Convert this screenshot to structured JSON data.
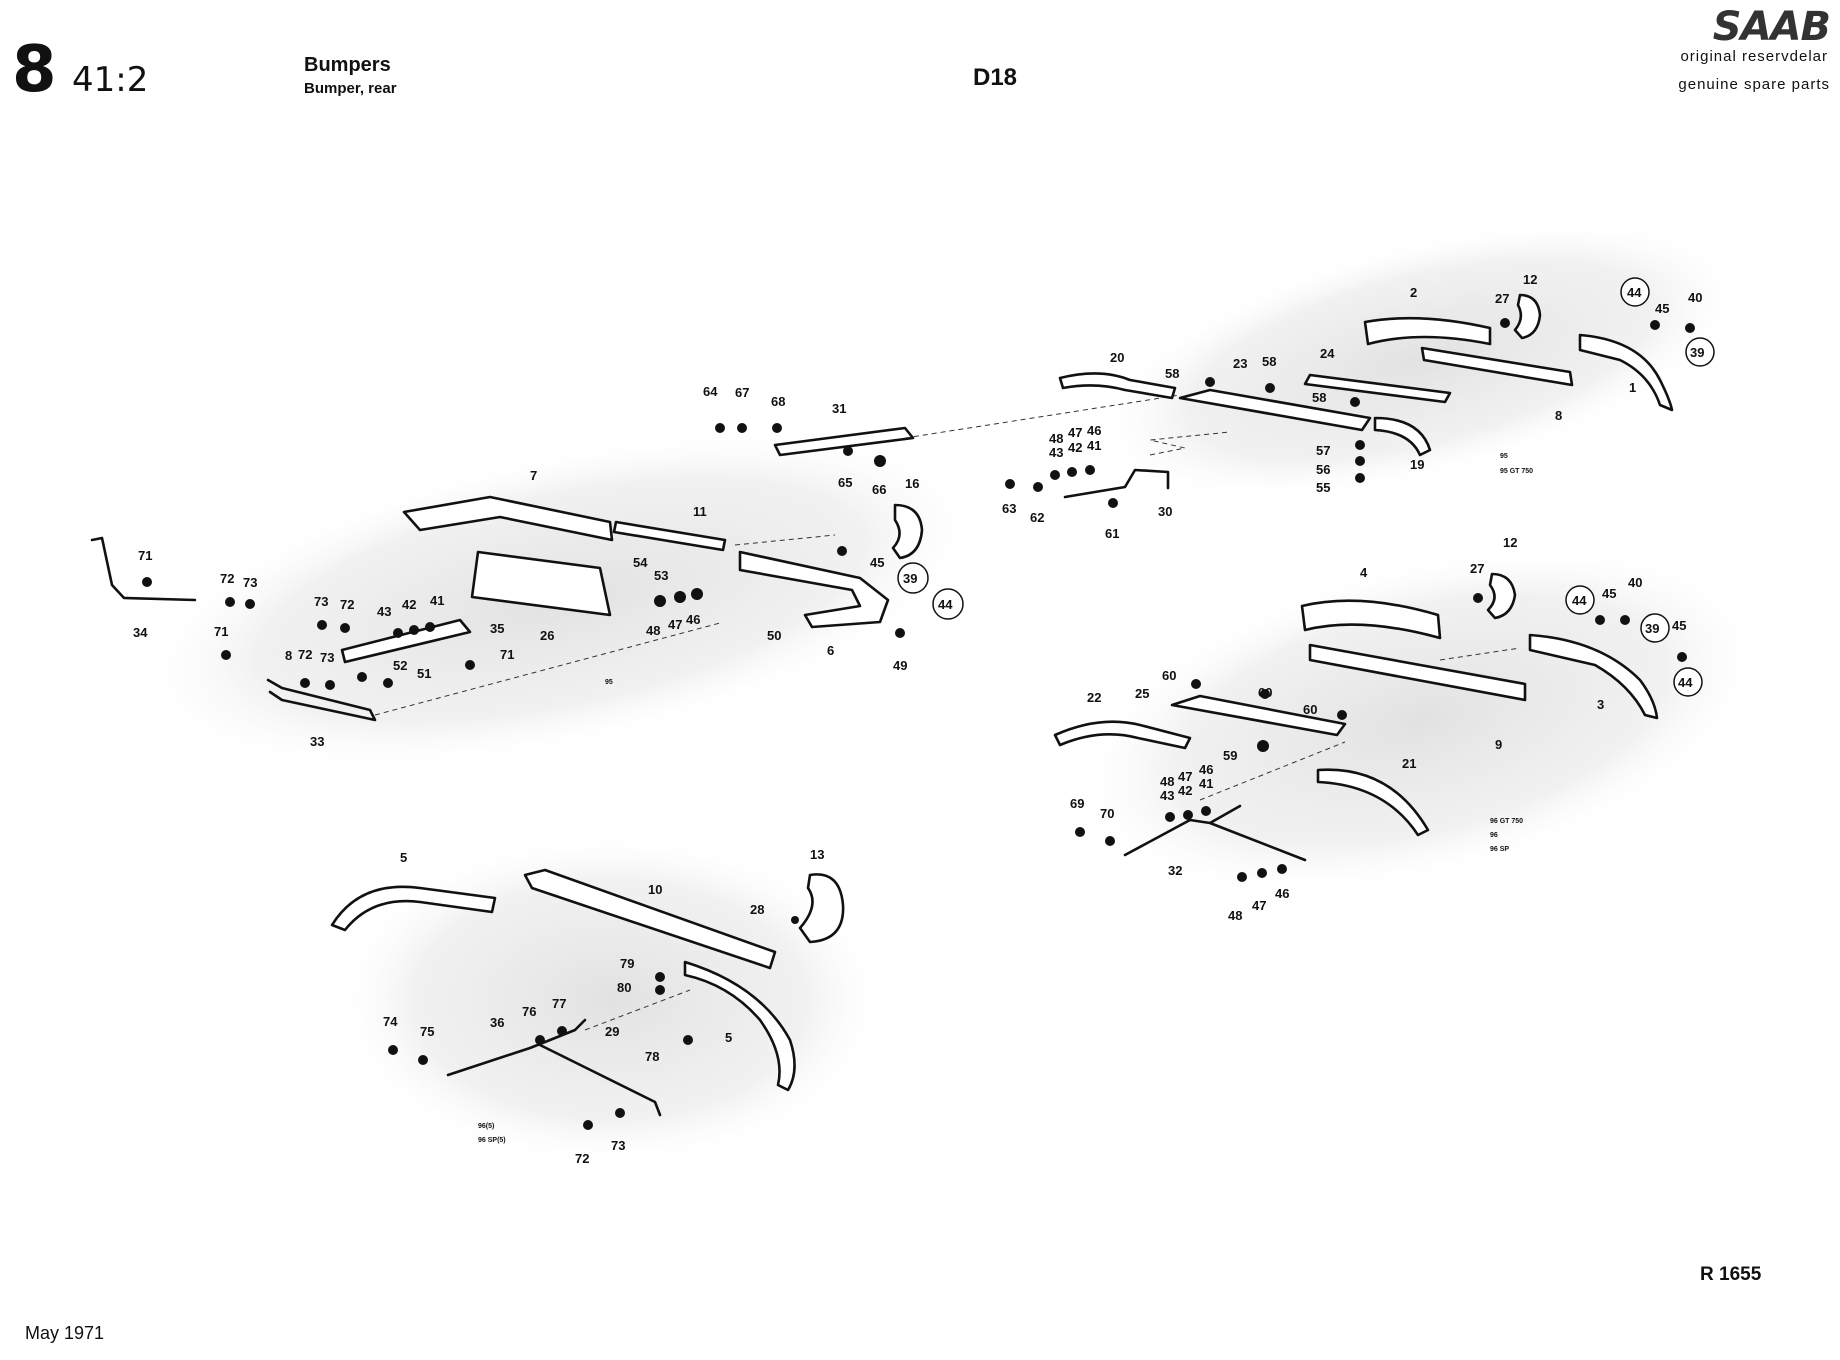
{
  "header": {
    "section": "8",
    "page": "41:2",
    "title": "Bumpers",
    "subtitle": "Bumper, rear",
    "model": "D18",
    "brand": "SAAB",
    "tagline1": "original reservdelar",
    "tagline2": "genuine spare parts"
  },
  "footer": {
    "ref": "R 1655",
    "date": "May 1971"
  },
  "notes": {
    "group_top": [
      "95",
      "95 GT 750"
    ],
    "group_left": "95",
    "group_right": [
      "96 GT 750",
      "96",
      "96 SP"
    ],
    "group_bottom": [
      "96(5)",
      "96 SP(5)"
    ]
  },
  "callouts": {
    "l1": "1",
    "l2": "2",
    "l3": "3",
    "l4": "4",
    "l5a": "5",
    "l5b": "5",
    "l6": "6",
    "l7": "7",
    "l8a": "8",
    "l8b": "8",
    "l9": "9",
    "l10": "10",
    "l11": "11",
    "l12a": "12",
    "l12b": "12",
    "l13": "13",
    "l16": "16",
    "l19": "19",
    "l20": "20",
    "l21": "21",
    "l22": "22",
    "l23": "23",
    "l24": "24",
    "l25": "25",
    "l26": "26",
    "l27a": "27",
    "l27b": "27",
    "l28": "28",
    "l29": "29",
    "l30": "30",
    "l31": "31",
    "l32": "32",
    "l33": "33",
    "l34": "34",
    "l35": "35",
    "l36": "36",
    "l39a": "39",
    "l39b": "39",
    "l39c": "39",
    "l40a": "40",
    "l40b": "40",
    "l41a": "41",
    "l41b": "41",
    "l41c": "41",
    "l42a": "42",
    "l42b": "42",
    "l42c": "42",
    "l43a": "43",
    "l43b": "43",
    "l43c": "43",
    "l44a": "44",
    "l44b": "44",
    "l44c": "44",
    "l44d": "44",
    "l45a": "45",
    "l45b": "45",
    "l45c": "45",
    "l45d": "45",
    "l46a": "46",
    "l46b": "46",
    "l46c": "46",
    "l46d": "46",
    "l47a": "47",
    "l47b": "47",
    "l47c": "47",
    "l47d": "47",
    "l48a": "48",
    "l48b": "48",
    "l48c": "48",
    "l48d": "48",
    "l49": "49",
    "l50": "50",
    "l51": "51",
    "l52": "52",
    "l53": "53",
    "l54": "54",
    "l55": "55",
    "l56": "56",
    "l57": "57",
    "l58a": "58",
    "l58b": "58",
    "l58c": "58",
    "l59": "59",
    "l60a": "60",
    "l60b": "60",
    "l60c": "60",
    "l61": "61",
    "l62": "62",
    "l63": "63",
    "l64": "64",
    "l65": "65",
    "l66": "66",
    "l67": "67",
    "l68": "68",
    "l69": "69",
    "l70": "70",
    "l71a": "71",
    "l71b": "71",
    "l71c": "71",
    "l72a": "72",
    "l72b": "72",
    "l72c": "72",
    "l72d": "72",
    "l73a": "73",
    "l73b": "73",
    "l73c": "73",
    "l73d": "73",
    "l74": "74",
    "l75": "75",
    "l76": "76",
    "l77": "77",
    "l78": "78",
    "l79": "79",
    "l80": "80"
  }
}
